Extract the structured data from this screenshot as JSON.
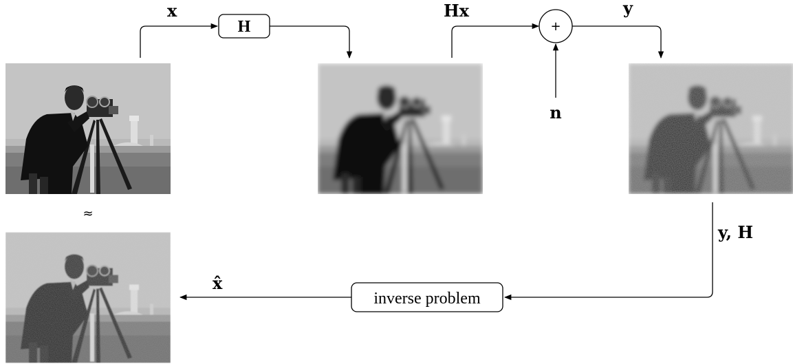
{
  "labels": {
    "x": "x",
    "H_box": "H",
    "Hx": "Hx",
    "plus": "+",
    "y": "y",
    "n": "n",
    "yH": "y, H",
    "xhat": "x̂",
    "approx": "≈",
    "inverse_box": "inverse problem"
  },
  "images": {
    "original": "cameraman-photo",
    "blurred": "cameraman-blurred",
    "noisy": "cameraman-noisy",
    "reconstructed": "cameraman-reconstructed"
  }
}
